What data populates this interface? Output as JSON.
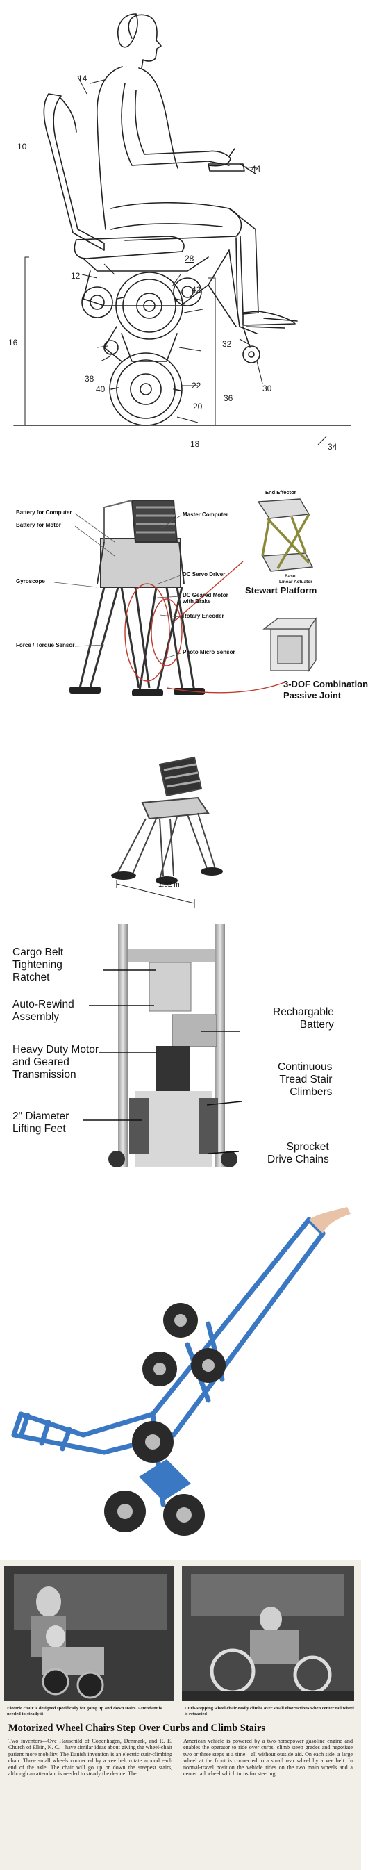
{
  "patent": {
    "labels": [
      "10",
      "14",
      "44",
      "28",
      "12",
      "42",
      "16",
      "38",
      "40",
      "22",
      "32",
      "36",
      "30",
      "20",
      "18",
      "34"
    ]
  },
  "robot": {
    "labels": [
      "Battery for Computer",
      "Battery for Motor",
      "Gyroscope",
      "Force / Torque Sensor",
      "Master Computer",
      "DC Servo Driver",
      "DC Geared Motor with Brake",
      "Rotary Encoder",
      "Photo Micro Sensor"
    ],
    "end_effector": "End Effector",
    "base": "Base",
    "linear_actuator": "Linear Actuator",
    "stewart": "Stewart Platform",
    "dof_line1": "3-DOF Combination",
    "dof_line2": "Passive Joint"
  },
  "walker": {
    "dimension": "1.02 m"
  },
  "stair_climber": {
    "labels_left": [
      "Cargo Belt\nTightening\nRatchet",
      "Auto-Rewind\nAssembly",
      "Heavy Duty Motor\nand Geared\nTransmission",
      "2\" Diameter\nLifting Feet"
    ],
    "labels_right": [
      "Rechargable\nBattery",
      "Continuous\nTread Stair\nClimbers",
      "Sprocket\nDrive Chains"
    ]
  },
  "hand_truck": {
    "color": "#3a78c4"
  },
  "article": {
    "caption_left": "Electric chair is designed specifically for going up and down stairs. Attendant is needed to steady it",
    "caption_right": "Curb-stepping wheel chair easily climbs over small obstructions when center tail wheel is retracted",
    "headline": "Motorized Wheel Chairs Step Over Curbs and Climb Stairs",
    "col_left": "Two inventors—Ove Hauschild of Copenhagen, Denmark, and R. E. Church of Elkin, N. C.—have similar ideas about giving the wheel-chair patient more mobility. The Danish invention is an electric stair-climbing chair. Three small wheels connected by a vee belt rotate around each end of the axle. The chair will go up or down the steepest stairs, although an attendant is needed to steady the device. The",
    "col_right": "American vehicle is powered by a two-horsepower gasoline engine and enables the operator to ride over curbs, climb steep grades and negotiate two or three steps at a time—all without outside aid. On each side, a large wheel at the front is connected to a small rear wheel by a vee belt. In normal-travel position the vehicle rides on the two main wheels and a center tail wheel which turns for steering."
  }
}
